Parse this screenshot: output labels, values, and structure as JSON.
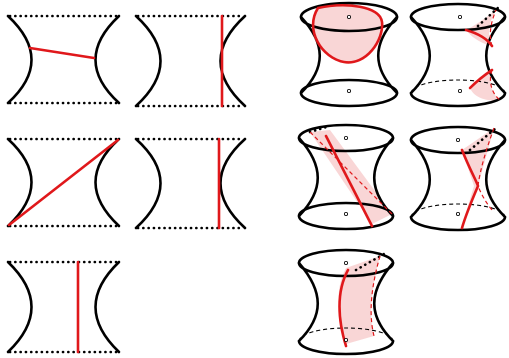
{
  "colors": {
    "outline": "#000000",
    "curve": "#e0181b",
    "fill": "#f9d6d6",
    "background": "#ffffff"
  },
  "left_panels": [
    {
      "id": "2d-1",
      "curve": "tilted-chord"
    },
    {
      "id": "2d-2",
      "curve": "vertical-on-right-edge"
    },
    {
      "id": "2d-3",
      "curve": "diagonal-corner-to-corner"
    },
    {
      "id": "2d-4",
      "curve": "vertical-near-right-edge"
    },
    {
      "id": "2d-5",
      "curve": "vertical-center"
    }
  ],
  "right_panels": [
    {
      "id": "3d-1",
      "curve": "closed-ellipse-top"
    },
    {
      "id": "3d-2",
      "curve": "arcs-at-right-edge"
    },
    {
      "id": "3d-3",
      "curve": "diagonal-band"
    },
    {
      "id": "3d-4",
      "curve": "twisted-strip-right"
    },
    {
      "id": "3d-5",
      "curve": "vertical-curved-strip"
    }
  ]
}
